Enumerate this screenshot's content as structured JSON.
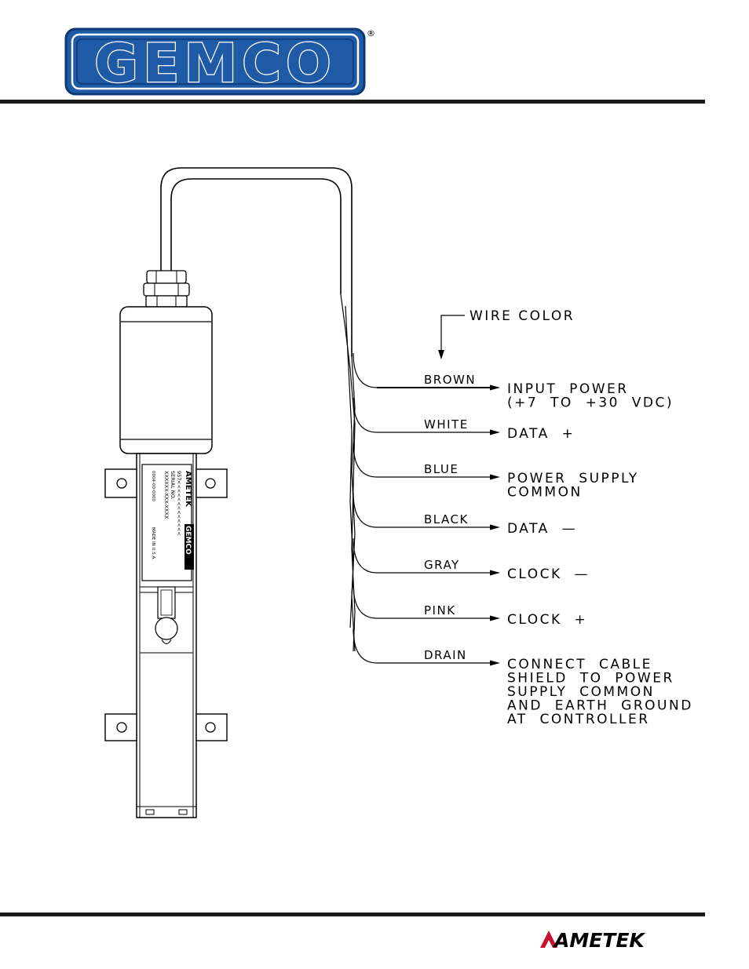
{
  "brand": {
    "logo_text": "GEMCO",
    "registered_mark": "®",
    "footer_logo_text": "AMETEK",
    "logo_color": "#1f5aa6",
    "logo_dark": "#0c3875"
  },
  "device_label": {
    "brand": "AMETEK",
    "product": "GEMCO",
    "model": "957",
    "model_suffix": "<<<<<<<<<<<<<",
    "serial_label": "SERIAL NO.",
    "serial_value": "XXXXXX-XXX-XXXX",
    "made_in": "MADE IN U.S.A.",
    "part_no": "0004-00-0000"
  },
  "legend": {
    "wire_color_label": "WIRE COLOR"
  },
  "wires": [
    {
      "color": "BROWN",
      "dest": [
        "INPUT  POWER",
        "(+7  TO  +30  VDC)"
      ]
    },
    {
      "color": "WHITE",
      "dest": [
        "DATA  +"
      ]
    },
    {
      "color": "BLUE",
      "dest": [
        "POWER  SUPPLY",
        "COMMON"
      ]
    },
    {
      "color": "BLACK",
      "dest": [
        "DATA  —"
      ]
    },
    {
      "color": "GRAY",
      "dest": [
        "CLOCK  —"
      ]
    },
    {
      "color": "PINK",
      "dest": [
        "CLOCK  +"
      ]
    },
    {
      "color": "DRAIN",
      "dest": [
        "CONNECT  CABLE",
        "SHIELD  TO  POWER",
        "SUPPLY  COMMON",
        "AND  EARTH  GROUND",
        "AT  CONTROLLER"
      ]
    }
  ]
}
